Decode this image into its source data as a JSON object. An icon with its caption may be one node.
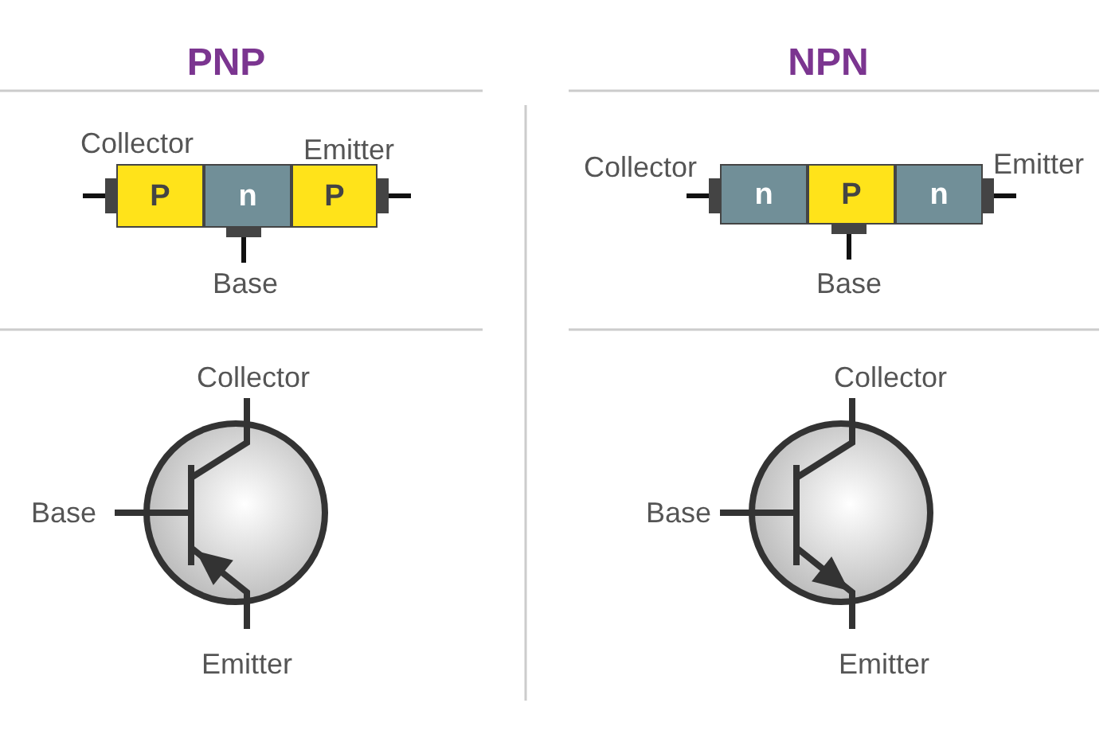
{
  "diagram": {
    "nodes": [
      {
        "text": [
          "P"
        ]
      },
      {
        "text": [
          "n"
        ]
      },
      {
        "text": [
          "P"
        ]
      },
      {
        "text": [
          "n"
        ]
      },
      {
        "text": [
          "P"
        ]
      },
      {
        "text": [
          "n"
        ]
      }
    ],
    "labels": [
      "PNP",
      "NPN",
      "Collector",
      "Emitter",
      "Base",
      "Collector",
      "Emitter",
      "Base",
      "Collector",
      "Base",
      "Emitter",
      "Collector",
      "Base",
      "Emitter"
    ]
  }
}
